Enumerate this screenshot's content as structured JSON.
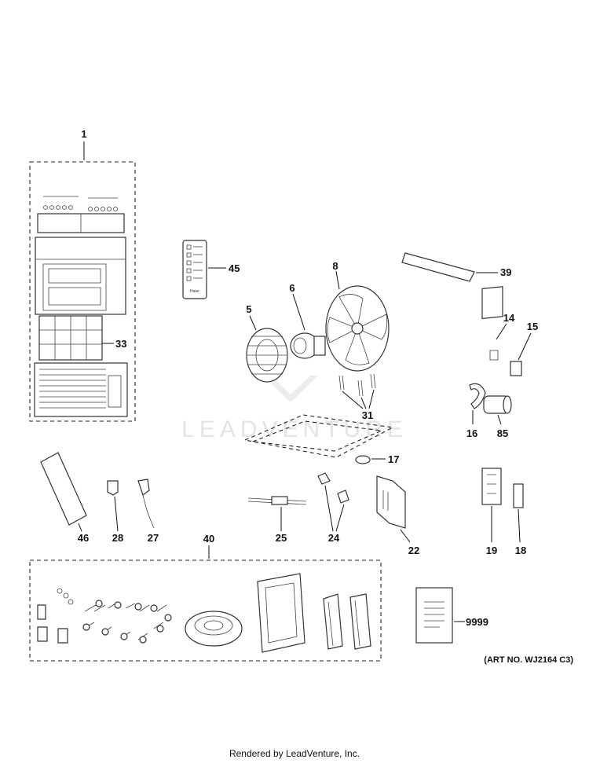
{
  "callouts": [
    {
      "id": "1",
      "label": "1"
    },
    {
      "id": "33",
      "label": "33"
    },
    {
      "id": "45",
      "label": "45"
    },
    {
      "id": "5",
      "label": "5"
    },
    {
      "id": "6",
      "label": "6"
    },
    {
      "id": "8",
      "label": "8"
    },
    {
      "id": "39",
      "label": "39"
    },
    {
      "id": "14",
      "label": "14"
    },
    {
      "id": "15",
      "label": "15"
    },
    {
      "id": "31",
      "label": "31"
    },
    {
      "id": "17",
      "label": "17"
    },
    {
      "id": "16",
      "label": "16"
    },
    {
      "id": "85",
      "label": "85"
    },
    {
      "id": "46",
      "label": "46"
    },
    {
      "id": "28",
      "label": "28"
    },
    {
      "id": "27",
      "label": "27"
    },
    {
      "id": "25",
      "label": "25"
    },
    {
      "id": "24",
      "label": "24"
    },
    {
      "id": "22",
      "label": "22"
    },
    {
      "id": "19",
      "label": "19"
    },
    {
      "id": "18",
      "label": "18"
    },
    {
      "id": "40",
      "label": "40"
    },
    {
      "id": "9999",
      "label": "9999"
    }
  ],
  "art_number": "(ART NO. WJ2164 C3)",
  "watermark": "LEADVENTURE",
  "remote_brand": "Haier",
  "footer": "Rendered by LeadVenture, Inc."
}
